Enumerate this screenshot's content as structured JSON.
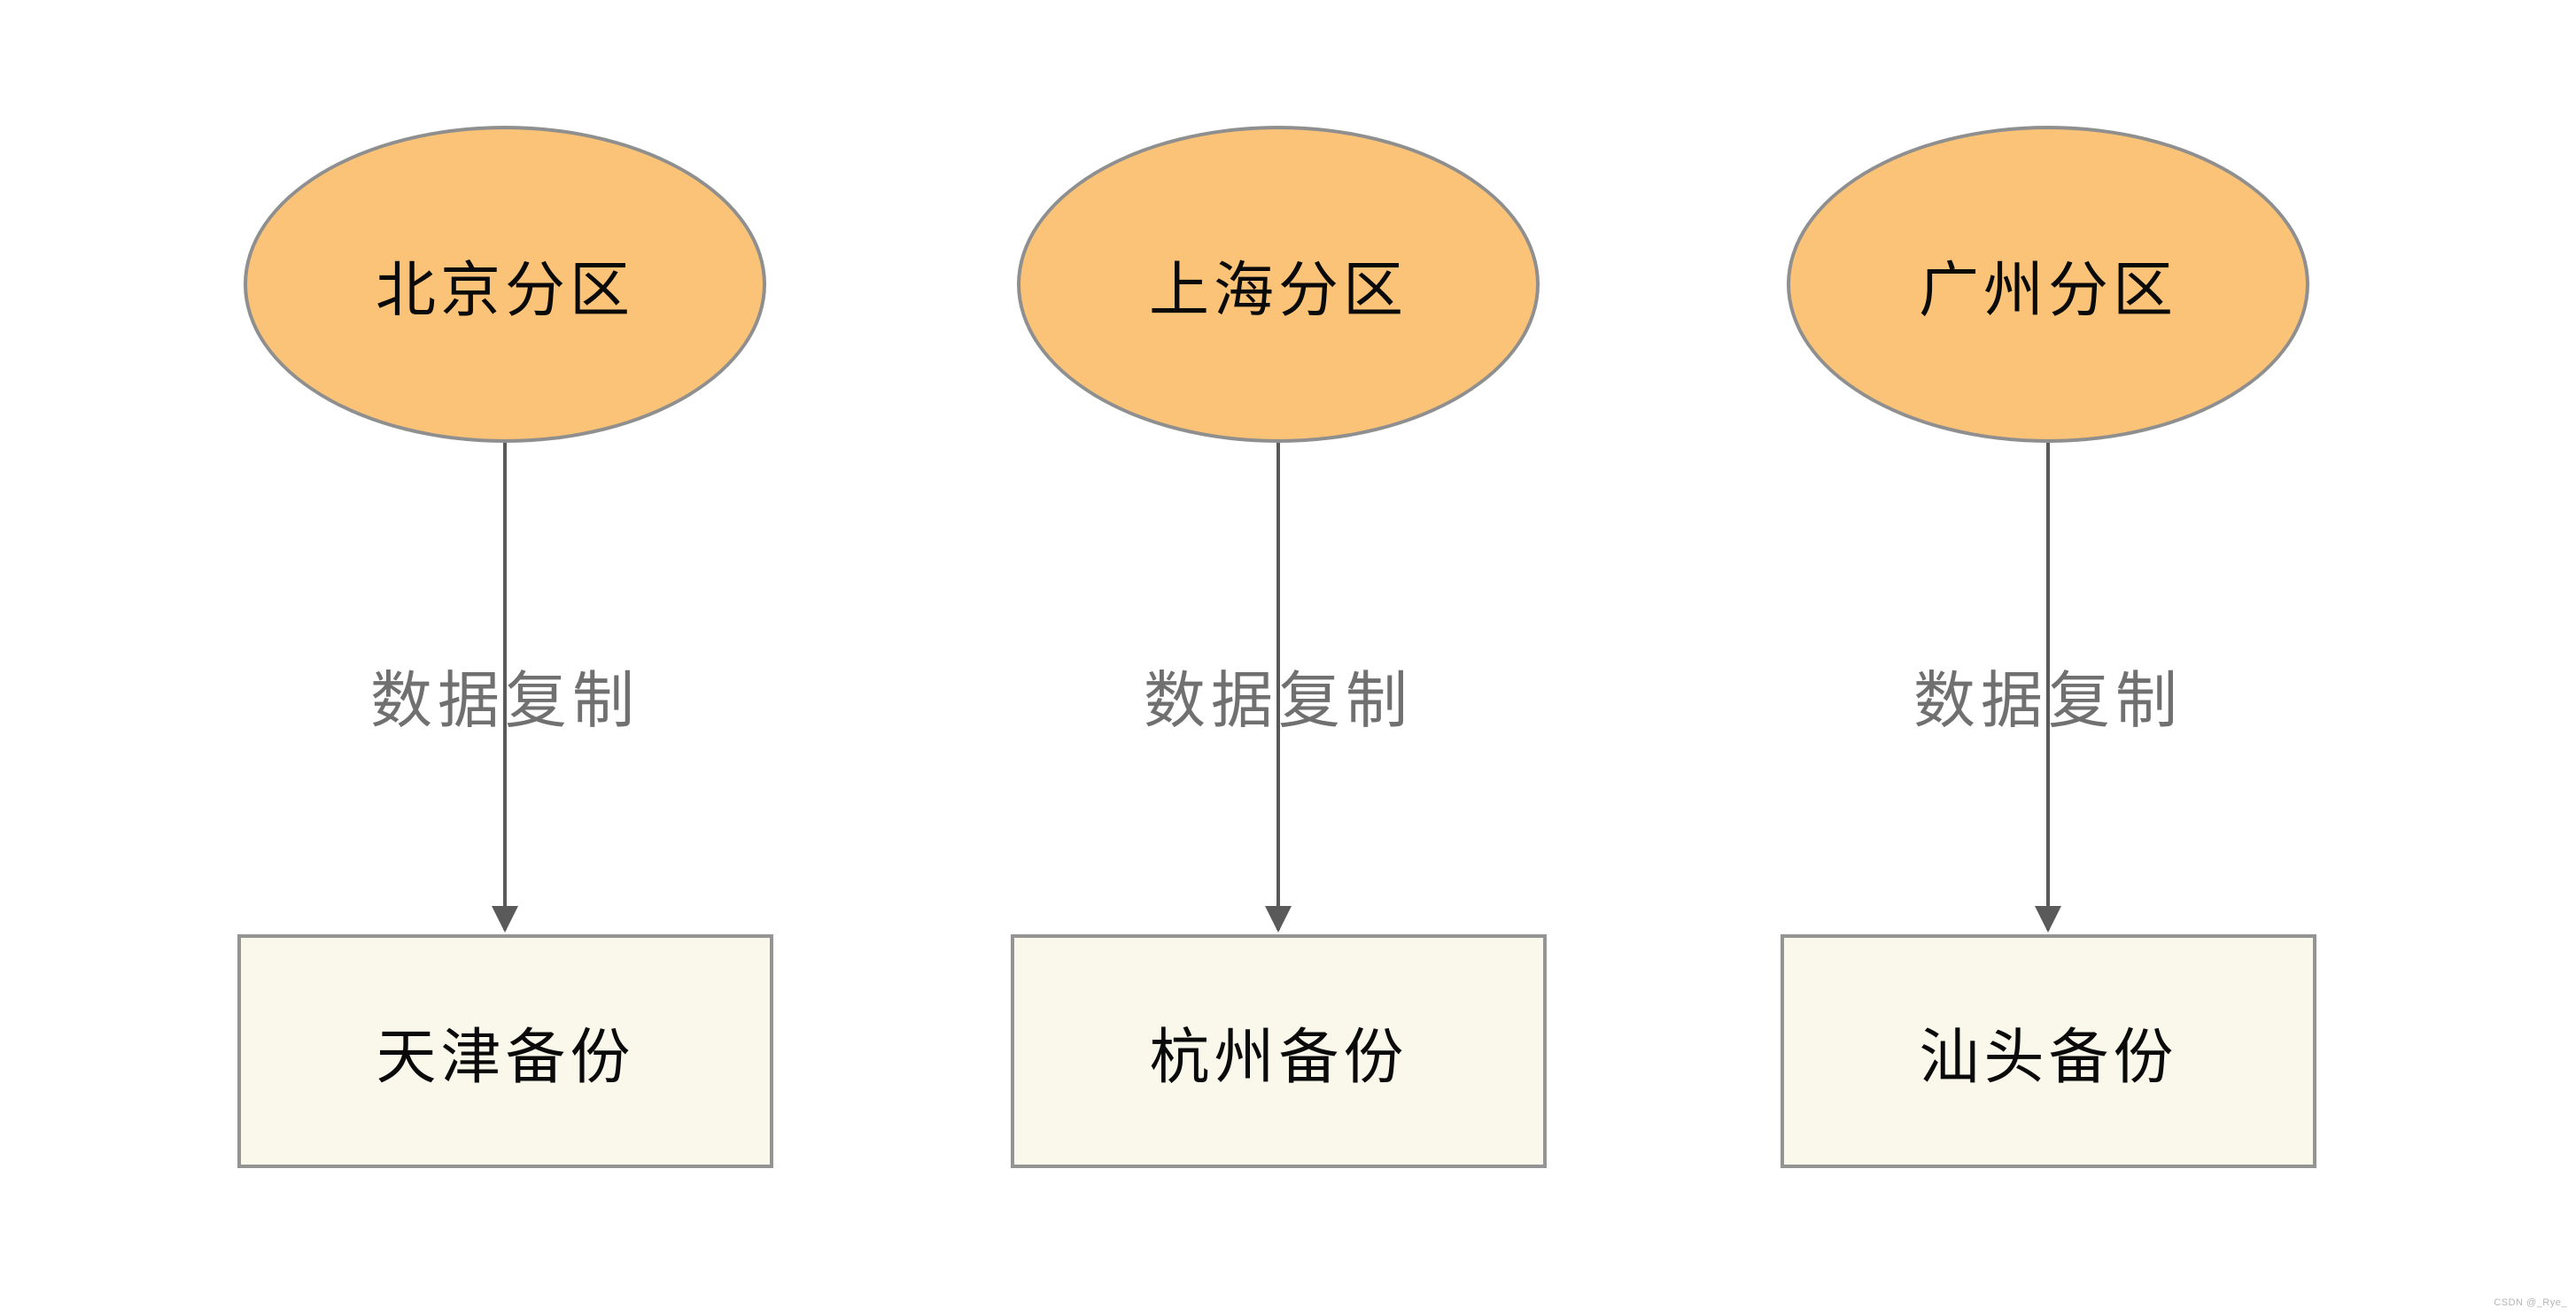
{
  "diagram": {
    "columns": [
      {
        "source": "北京分区",
        "edge_label": "数据复制",
        "target": "天津备份"
      },
      {
        "source": "上海分区",
        "edge_label": "数据复制",
        "target": "杭州备份"
      },
      {
        "source": "广州分区",
        "edge_label": "数据复制",
        "target": "汕头备份"
      }
    ],
    "colors": {
      "source_fill": "#FAC377",
      "source_border": "#8F8F8F",
      "target_fill": "#FAF8EA",
      "target_border": "#949494",
      "arrow": "#5A5A5A",
      "edge_label_text": "#707070",
      "background": "#FFFFFF",
      "watermark_text": "#B5B5B5"
    }
  },
  "watermark": "CSDN @_Rye_"
}
